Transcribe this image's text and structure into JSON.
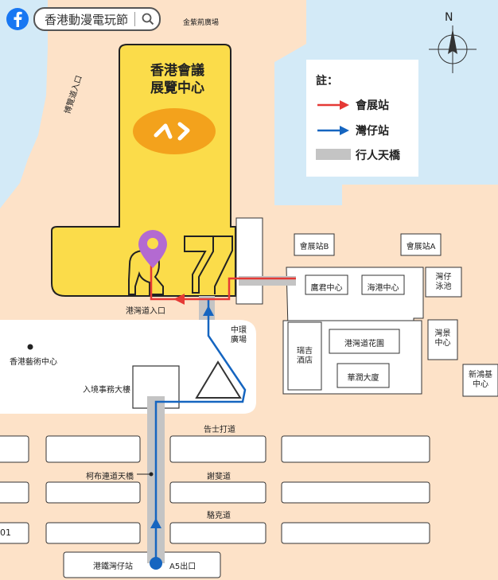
{
  "header": {
    "search_text": "香港動漫電玩節",
    "icons": {
      "facebook": "facebook-icon",
      "search": "search-icon",
      "compass": "north-arrow-icon",
      "pin": "location-pin-icon"
    }
  },
  "compass": {
    "north_label": "N"
  },
  "legend": {
    "title": "註：",
    "items": [
      {
        "label": "會展站",
        "color": "#e53935",
        "style": "arrow"
      },
      {
        "label": "灣仔站",
        "color": "#1565c0",
        "style": "arrow"
      },
      {
        "label": "行人天橋",
        "color": "#c4c4c4",
        "style": "bar"
      }
    ]
  },
  "venue": {
    "title_line1": "香港會議",
    "title_line2": "展覽中心",
    "color": "#fbdc4a"
  },
  "colors": {
    "sea": "#d3eaf7",
    "land": "#fde2c8",
    "venue": "#fbdc4a",
    "venue_outline": "#222222",
    "red_route": "#e53935",
    "blue_route": "#1565c0",
    "bridge": "#c4c4c4",
    "pin": "#b36ad1"
  },
  "labels": {
    "golden_bauhinia": "金紫荊廣場",
    "expo_drive_entrance": "博覽道入口",
    "harbour_road_entrance": "港灣道入口",
    "central_plaza": "中環\n廣場",
    "arts_centre": "香港藝術中心",
    "immigration_tower": "入境事務大樓",
    "gloucester_road": "告士打道",
    "fleming_road_bridge": "柯布連道天橋",
    "jaffe_road": "謝斐道",
    "lockhart_road": "駱克道",
    "mtr_wan_chai": "港鐵灣仔站",
    "exit_a5": "A5出口",
    "exhibition_b": "會展站B",
    "exhibition_a": "會展站A",
    "great_eagle": "鷹君中心",
    "harbour_centre": "海港中心",
    "wan_chai_pool": "灣仔\n泳池",
    "harbour_road_garden": "港灣道花園",
    "renaissance_hotel": "瑞吉\n酒店",
    "china_resources": "華潤大廈",
    "harbour_view_centre": "灣景\n中心",
    "sun_hung_kai": "新鴻基\n中心",
    "partial_01": "01"
  }
}
